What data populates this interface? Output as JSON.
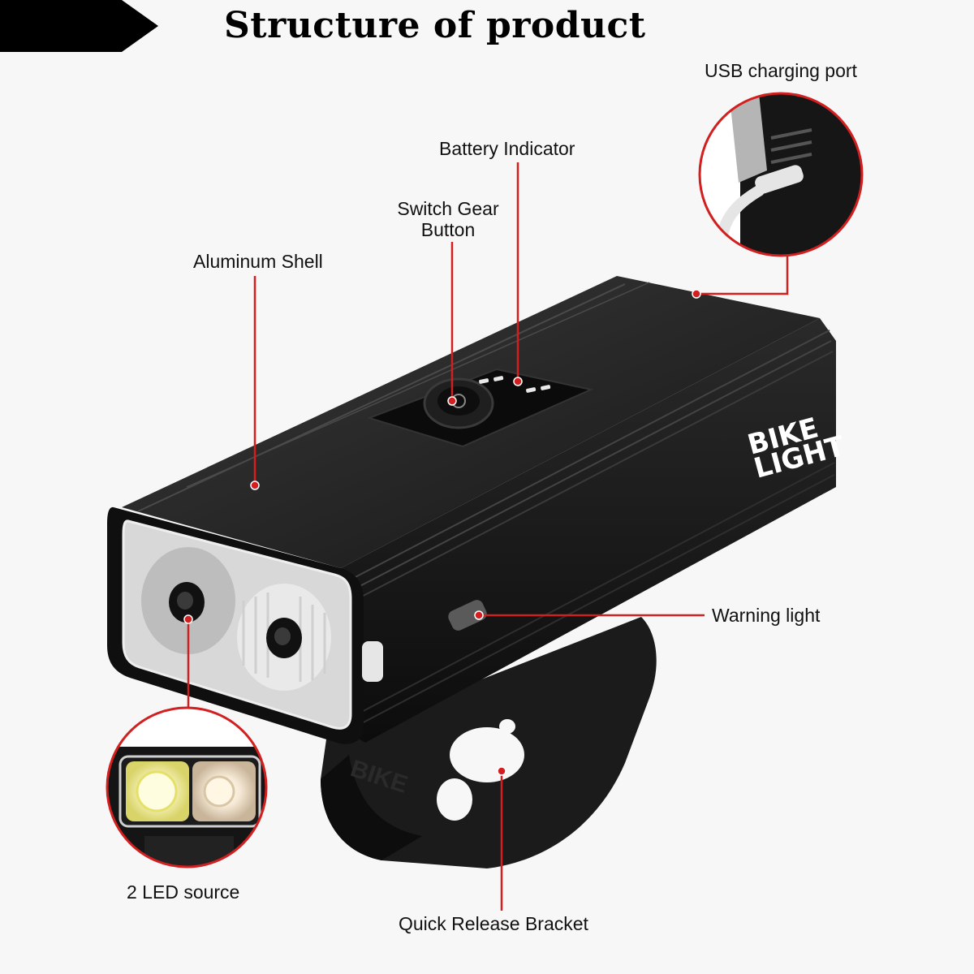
{
  "title": "Structure of product",
  "product_logo": "BIKE LIGHT",
  "bracket_embossing": "BIKE",
  "labels": {
    "usb_port": "USB charging port",
    "battery_indicator": "Battery Indicator",
    "switch_gear_line1": "Switch Gear",
    "switch_gear_line2": "Button",
    "aluminum_shell": "Aluminum Shell",
    "warning_light": "Warning light",
    "led_source": "2 LED source",
    "bracket": "Quick Release Bracket"
  },
  "colors": {
    "leader_line": "#d21f1f",
    "title_arrow": "#000000",
    "body": "#1a1a1a"
  }
}
